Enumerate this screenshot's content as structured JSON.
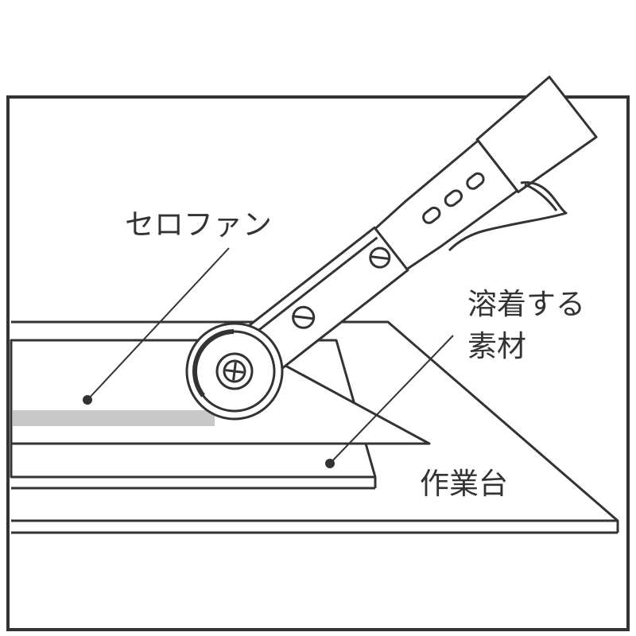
{
  "labels": {
    "cellophane": "セロファン",
    "material_line1": "溶着する",
    "material_line2": "素材",
    "work_table": "作業台"
  },
  "colors": {
    "line": "#333333",
    "background": "#ffffff",
    "film_highlight": "#c8c8c8"
  }
}
